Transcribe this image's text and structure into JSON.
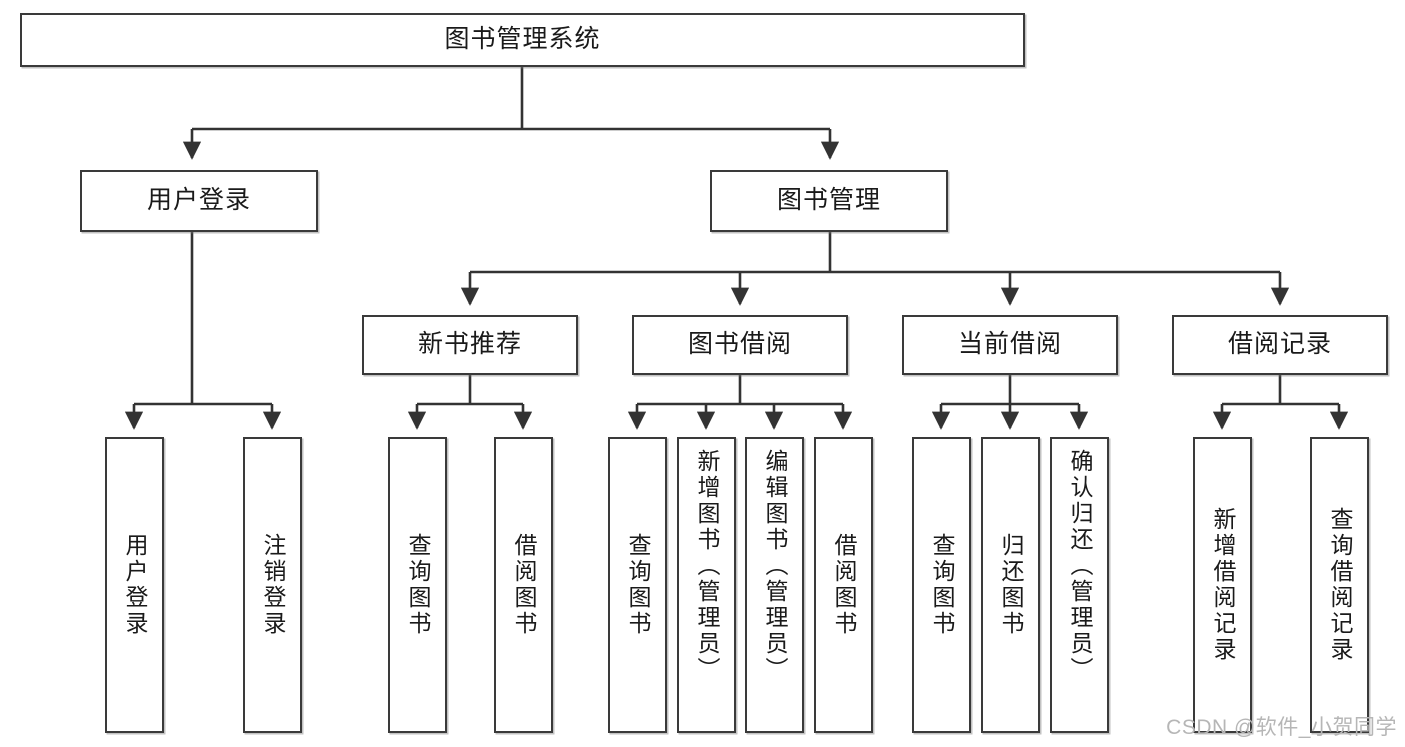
{
  "diagram": {
    "title": "图书管理系统",
    "type": "hierarchy-tree",
    "root": {
      "label": "图书管理系统"
    },
    "level2": [
      {
        "label": "用户登录"
      },
      {
        "label": "图书管理"
      }
    ],
    "level3": [
      {
        "label": "新书推荐"
      },
      {
        "label": "图书借阅"
      },
      {
        "label": "当前借阅"
      },
      {
        "label": "借阅记录"
      }
    ],
    "leaves": {
      "user_login": [
        {
          "label": "用户登录"
        },
        {
          "label": "注销登录"
        }
      ],
      "new_book_recommend": [
        {
          "label": "查询图书"
        },
        {
          "label": "借阅图书"
        }
      ],
      "book_borrow": [
        {
          "label": "查询图书"
        },
        {
          "label": "新增图书（管理员）"
        },
        {
          "label": "编辑图书（管理员）"
        },
        {
          "label": "借阅图书"
        }
      ],
      "current_borrow": [
        {
          "label": "查询图书"
        },
        {
          "label": "归还图书"
        },
        {
          "label": "确认归还（管理员）"
        }
      ],
      "borrow_record": [
        {
          "label": "新增借阅记录"
        },
        {
          "label": "查询借阅记录"
        }
      ]
    }
  },
  "watermark": {
    "text": "CSDN @软件_小贺同学"
  },
  "colors": {
    "box_border": "#3a3a3a",
    "box_fill": "#ffffff",
    "text": "#1a1a1a",
    "edge": "#333333",
    "watermark": "#b6b6b6"
  }
}
